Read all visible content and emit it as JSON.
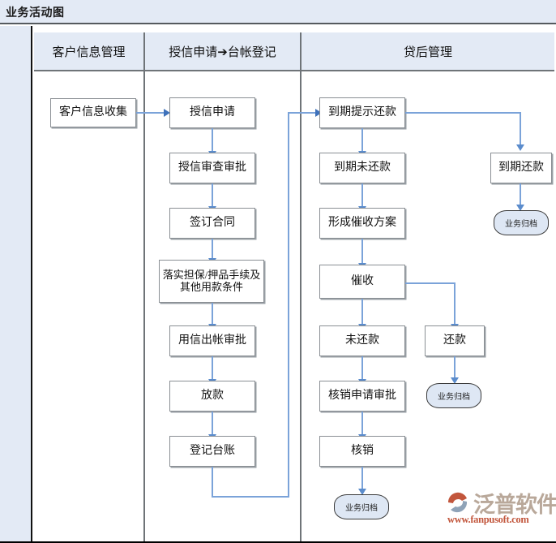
{
  "document": {
    "title": "业务活动图",
    "colors": {
      "header_band": "#e3eaf5",
      "lane_border": "#6f7478",
      "node_border": "#8a8f94",
      "connector": "#7ba3d9",
      "arrowhead": "#5b8ccc",
      "terminator_fill": "#dee7f4",
      "logo_text": "#b9a89a",
      "logo_url": "#c2563c"
    }
  },
  "lanes": [
    {
      "id": "lane-customer-info",
      "label": "客户信息管理"
    },
    {
      "id": "lane-credit-application",
      "label": "授信申请➔台帐登记"
    },
    {
      "id": "lane-post-loan",
      "label": "贷后管理"
    }
  ],
  "nodes": {
    "customer_info_collection": "客户信息收集",
    "credit_application": "授信申请",
    "credit_review_approval": "授信审查审批",
    "sign_contract": "签订合同",
    "implement_guarantee": "落实担保/押品手续及其他用款条件",
    "credit_use_approval": "用信出帐审批",
    "disbursement": "放款",
    "register_ledger": "登记台账",
    "due_reminder_repayment": "到期提示还款",
    "due_unpaid": "到期未还款",
    "form_collection_plan": "形成催收方案",
    "collection": "催收",
    "unpaid": "未还款",
    "repaid": "还款",
    "writeoff_application_approval": "核销申请审批",
    "writeoff": "核销",
    "due_repaid": "到期还款"
  },
  "terminators": {
    "archive_due_repaid": "业务归档",
    "archive_repaid": "业务归档",
    "archive_writeoff": "业务归档"
  },
  "logo": {
    "brand": "泛普软件",
    "url": "www.fanpusoft.com"
  }
}
